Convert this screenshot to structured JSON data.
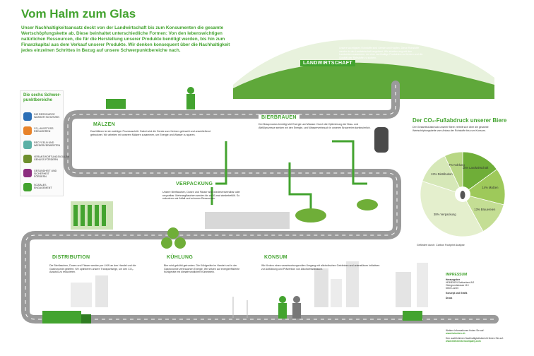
{
  "title": "Vom Halm zum Glas",
  "intro": "Unser Nachhaltigkeitsansatz deckt von der Landwirtschaft bis zum Konsumenten die gesamte Wertschöpfungskette ab. Diese beinhaltet unterschiedliche Formen: Von den lebenswichtigen natürlichen Ressourcen, die für die Herstellung unserer Produkte benötigt werden, bis hin zum Finanzkapital aus dem Verkauf unserer Produkte. Wir denken konsequent über die Nachhaltigkeit jedes einzelnen Schrittes in Bezug auf unsere Schwerpunktbereiche nach.",
  "legend": {
    "title": "Die sechs Schwer-punktbereiche",
    "items": [
      {
        "label": "DIE RESSOURCE WASSER SCHÜTZEN",
        "color": "#2c6fb6",
        "icon": "water-drop-icon"
      },
      {
        "label": "CO₂-AUSSTOSS REDUZIEREN",
        "color": "#e8832a",
        "icon": "co2-icon"
      },
      {
        "label": "RECYCELN UND WIEDERVERWERTEN",
        "color": "#5ab0a5",
        "icon": "recycle-icon"
      },
      {
        "label": "VERANTWORTUNGSVOLLEN GENUSS FÖRDERN",
        "color": "#6e8f2e",
        "icon": "glass-icon"
      },
      {
        "label": "GESUNDHEIT UND SICHERHEIT FÖRDERN",
        "color": "#8c2d7f",
        "icon": "shield-icon"
      },
      {
        "label": "SOZIALES ENGAGEMENT",
        "color": "#43a32f",
        "icon": "heart-icon"
      }
    ]
  },
  "stages": {
    "landwirtschaft": {
      "label": "LANDWIRTSCHAFT",
      "text": "Unsere wichtigsten Rohstoffe sind Gerste und Hopfen. Diese Rohstoffe werden in der Landwirtschaft angebaut. Wir arbeiten eng mit den Landwirten zusammen, um eine nachhaltige Produktion zu fördern und die Qualität der Rohstoffe zu sichern."
    },
    "maelzen": {
      "label": "MÄLZEN",
      "text": "Das Mälzen ist ein wichtiger Prozessschritt. Dabei wird die Gerste zum Keimen gebracht und anschließend getrocknet. Wir arbeiten mit unseren Mälzern zusammen, um Energie und Wasser zu sparen."
    },
    "bierbrauen": {
      "label": "BIERBRAUEN",
      "text": "Der Brauprozess benötigt viel Energie und Wasser. Durch die Optimierung der Brau- und Abfüllprozesse senken wir den Energie- und Wasserverbrauch in unseren Brauereien kontinuierlich."
    },
    "verpackung": {
      "label": "VERPACKUNG",
      "text": "Unsere Bierflaschen, Dosen und Fässer sind wiederverwendbar oder recycelbar. Mehrwegflaschen werden bis zu 50-mal wiederbefüllt. So reduzieren wir Abfall und schonen Ressourcen."
    },
    "distribution": {
      "label": "DISTRIBUTION",
      "text": "Die Bierflaschen, Dosen und Fässer werden per LKW an den Handel und die Gastronomie geliefert. Wir optimieren unsere Transportwege, um den CO₂-Ausstoß zu reduzieren."
    },
    "kuehlung": {
      "label": "KÜHLUNG",
      "text": "Bier wird gekühlt getrunken. Die Kühlgeräte im Handel und in der Gastronomie verbrauchen Energie. Wir setzen auf energieeffiziente Kühlgeräte mit klimafreundlichen Kühlmitteln."
    },
    "konsum": {
      "label": "KONSUM",
      "text": "Wir fördern einen verantwortungsvollen Umgang mit alkoholischen Getränken und unterstützen Initiativen zur Aufklärung und Prävention von Alkoholmissbrauch."
    }
  },
  "co2": {
    "title": "Der CO₂-Fußabdruck unserer Biere",
    "text": "Der Gesamtfußabdruck unserer Biere verteilt sich über die gesamte Wertschöpfungskette vom Anbau der Rohstoffe bis zum Konsum.",
    "source": "Gefördert durch: Carbon Footprint Analyse",
    "chart_data": {
      "type": "pie",
      "categories": [
        "Landwirtschaft",
        "Mälzen",
        "Brauereien",
        "Verpackung",
        "Distribution",
        "Kühlung"
      ],
      "values": [
        15,
        14,
        13,
        38,
        13,
        7
      ],
      "colors": [
        "#6fae38",
        "#9ec95a",
        "#c4de94",
        "#e4efcd",
        "#d6e8b8",
        "#b8d784"
      ],
      "labels": [
        "15% Landwirtschaft",
        "14% Mälzen",
        "13% Brauereien",
        "38% Verpackung",
        "13% Distribution",
        "7% Kühlung"
      ]
    }
  },
  "impressum": {
    "title": "IMPRESSUM",
    "lines": [
      "Herausgeber",
      "HEINEKEN Switzerland AG",
      "Obergrundstrasse 110",
      "6002 Luzern",
      "Konzept und Grafik",
      "Druck"
    ],
    "links": [
      "Weitere Informationen finden Sie auf:",
      "www.heineken.ch",
      "Den ausführlichen Nachhaltigkeitsbericht finden Sie auf:",
      "www.theheinekencompany.com"
    ]
  },
  "colors": {
    "green": "#43a32f",
    "road": "#9a9a9a",
    "road_light": "#cfcfcf"
  }
}
